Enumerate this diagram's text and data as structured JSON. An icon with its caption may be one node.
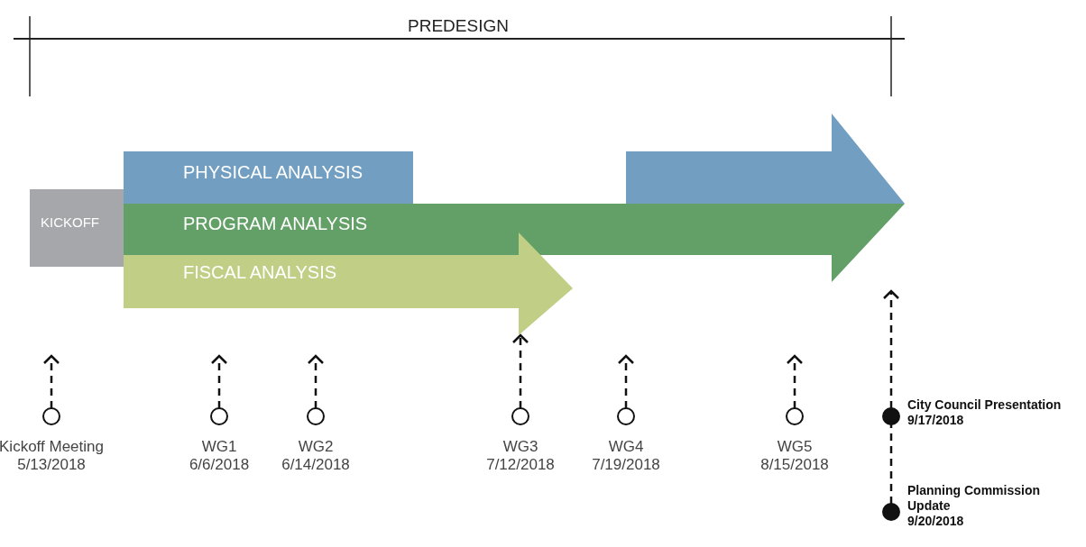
{
  "diagram": {
    "nodes": [
      {
        "text": [
          "KICKOFF"
        ]
      },
      {
        "text": [
          "PHYSICAL ANALYSIS"
        ]
      },
      {
        "text": [
          "PROGRAM ANALYSIS"
        ]
      },
      {
        "text": [
          "FISCAL ANALYSIS"
        ]
      },
      {
        "text": [],
        "shape": "circle",
        "beside": [
          "Kickoff Meeting",
          "5/13/2018"
        ]
      },
      {
        "text": [],
        "shape": "circle",
        "beside": [
          "WG1",
          "6/6/2018"
        ]
      },
      {
        "text": [],
        "shape": "circle",
        "beside": [
          "WG2",
          "6/14/2018"
        ]
      },
      {
        "text": [],
        "shape": "circle",
        "beside": [
          "WG3",
          "7/12/2018"
        ]
      },
      {
        "text": [],
        "shape": "circle",
        "beside": [
          "WG4",
          "7/19/2018"
        ]
      },
      {
        "text": [],
        "shape": "circle",
        "beside": [
          "WG5",
          "8/15/2018"
        ]
      },
      {
        "text": [],
        "shape": "circle",
        "beside": [
          "City Council Presentation",
          "9/17/2018"
        ]
      },
      {
        "text": [],
        "shape": "circle",
        "beside": [
          "Planning Commission Update",
          "9/20/2018"
        ]
      }
    ],
    "edges": [
      {
        "from": 4,
        "to": null,
        "arrow": "to",
        "style": "dashed"
      },
      {
        "from": 5,
        "to": null,
        "arrow": "to",
        "style": "dashed"
      },
      {
        "from": 6,
        "to": null,
        "arrow": "to",
        "style": "dashed"
      },
      {
        "from": 7,
        "to": 3,
        "arrow": "to",
        "style": "dashed"
      },
      {
        "from": 8,
        "to": null,
        "arrow": "to",
        "style": "dashed"
      },
      {
        "from": 9,
        "to": null,
        "arrow": "to",
        "style": "dashed"
      },
      {
        "from": 11,
        "to": 10,
        "arrow": "none",
        "style": "dashed"
      },
      {
        "from": 10,
        "to": null,
        "arrow": "to",
        "style": "dashed"
      }
    ],
    "labels": [
      "PREDESIGN"
    ]
  }
}
